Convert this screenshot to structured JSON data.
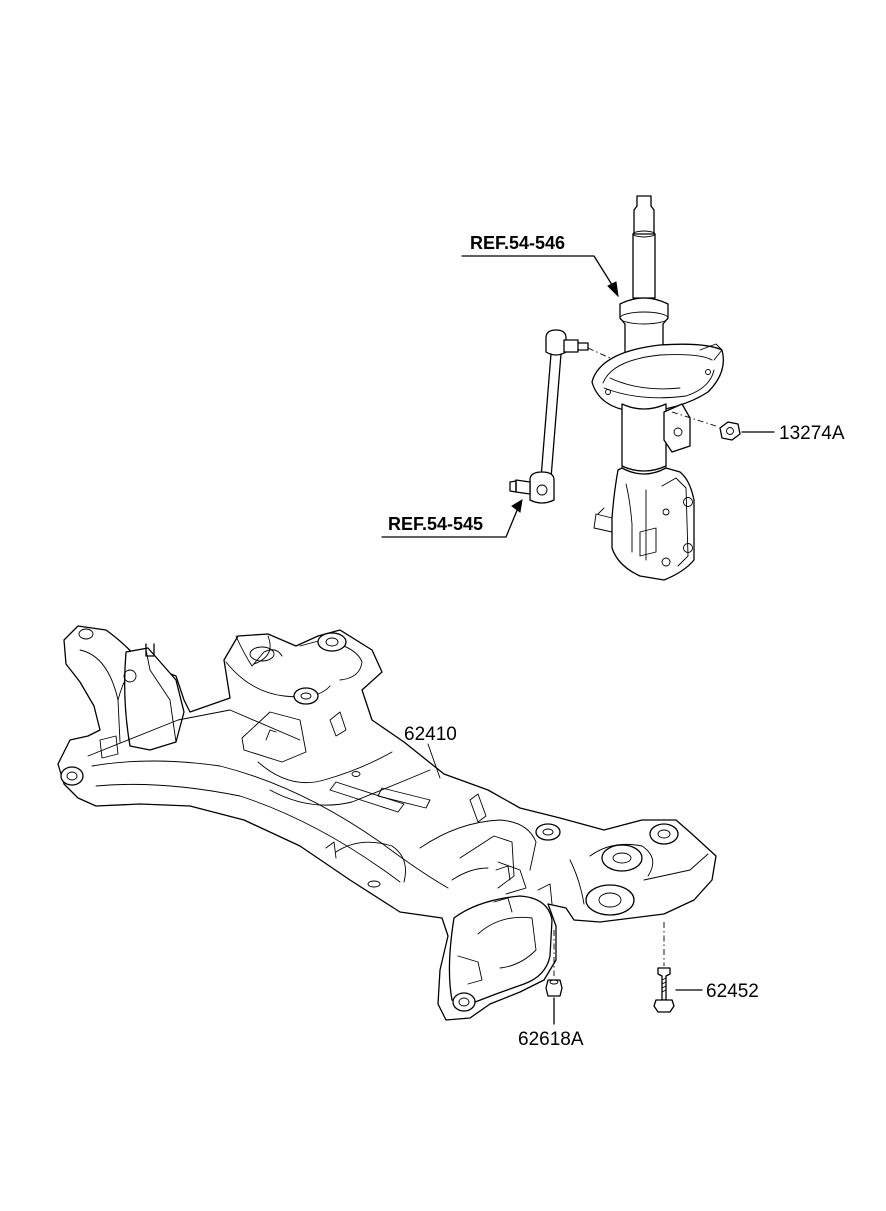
{
  "labels": {
    "ref_strut": "REF.54-546",
    "ref_link": "REF.54-545",
    "nut_strut": "13274A",
    "subframe": "62410",
    "bolt": "62452",
    "nut_subframe": "62618A"
  }
}
